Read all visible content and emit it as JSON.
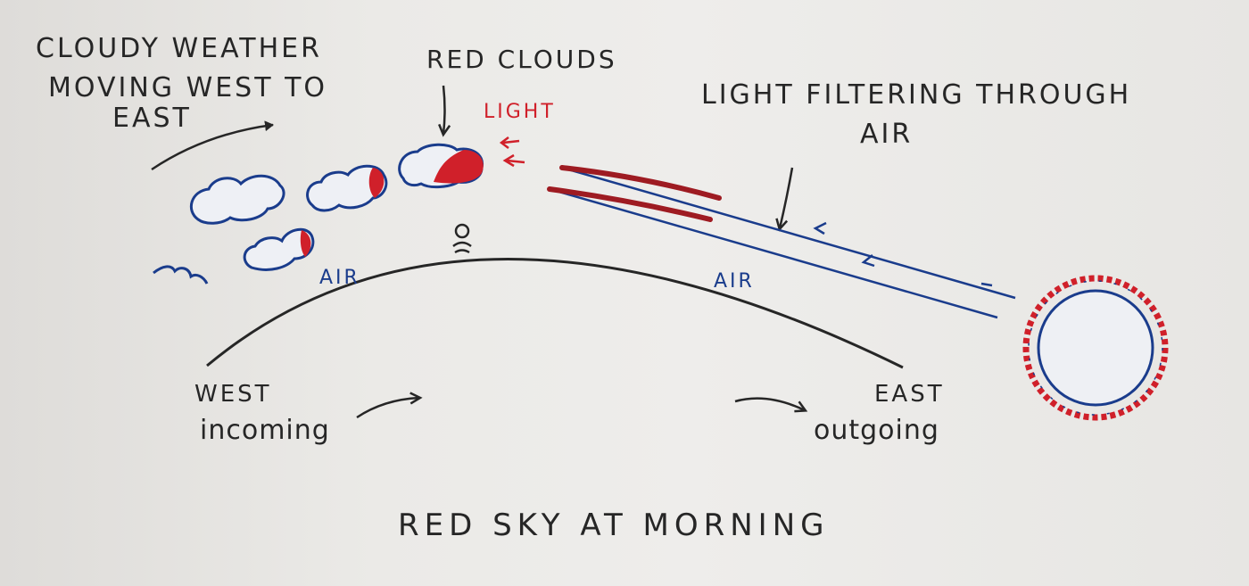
{
  "labels": {
    "cloudy_weather": [
      "CLOUDY WEATHER",
      "MOVING WEST TO",
      "EAST"
    ],
    "red_clouds": "RED CLOUDS",
    "light": "LIGHT",
    "light_filtering": [
      "LIGHT FILTERING THROUGH",
      "AIR"
    ],
    "air_left": "AIR",
    "air_right": "AIR",
    "west": "WEST",
    "incoming": "incoming",
    "east": "EAST",
    "outgoing": "outgoing",
    "title": "RED SKY AT MORNING"
  },
  "colors": {
    "ink_black": "#262626",
    "ink_blue": "#1a3c8c",
    "ink_red": "#d0202a",
    "paper": "#eceae7"
  }
}
